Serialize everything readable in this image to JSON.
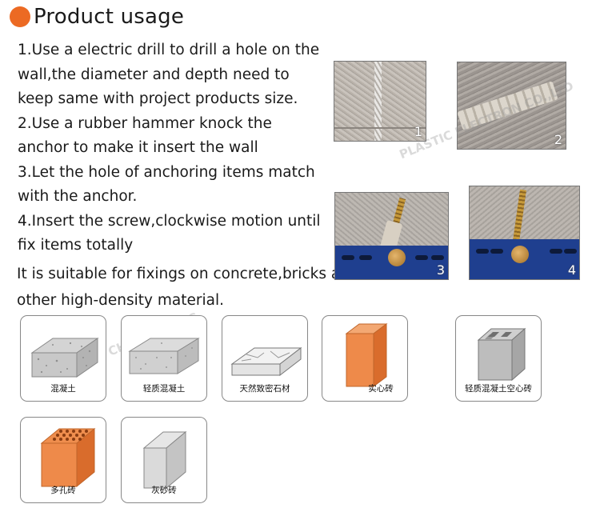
{
  "header": {
    "title": "Product usage",
    "bullet_color": "#ec6a23"
  },
  "steps": [
    "1.Use a electric drill to drill a hole on the",
    "wall,the diameter and depth need to",
    "keep same with project products size.",
    "2.Use a rubber hammer knock the",
    "anchor to make it insert the wall",
    "3.Let the hole of anchoring items match",
    "with the anchor.",
    "4.Insert the screw,clockwise motion until",
    "fix items totally"
  ],
  "suitable": [
    "It is suitable for fixings on concrete,bricks and",
    "other high-density material."
  ],
  "photos": [
    {
      "number": "1"
    },
    {
      "number": "2"
    },
    {
      "number": "3"
    },
    {
      "number": "4"
    }
  ],
  "watermarks": [
    "PLASTIC ELECTRON CO.,LTD",
    "DONGGUAN CHUANGHENG"
  ],
  "materials": [
    {
      "label": "混凝土",
      "icon": "concrete-block-icon"
    },
    {
      "label": "轻质混凝土",
      "icon": "light-concrete-block-icon"
    },
    {
      "label": "天然致密石材",
      "icon": "natural-stone-icon"
    },
    {
      "label": "实心砖",
      "icon": "solid-brick-icon"
    },
    {
      "label": "轻质混凝土空心砖",
      "icon": "hollow-concrete-block-icon"
    },
    {
      "label": "多孔砖",
      "icon": "perforated-brick-icon"
    },
    {
      "label": "灰砂砖",
      "icon": "sand-lime-brick-icon"
    }
  ]
}
